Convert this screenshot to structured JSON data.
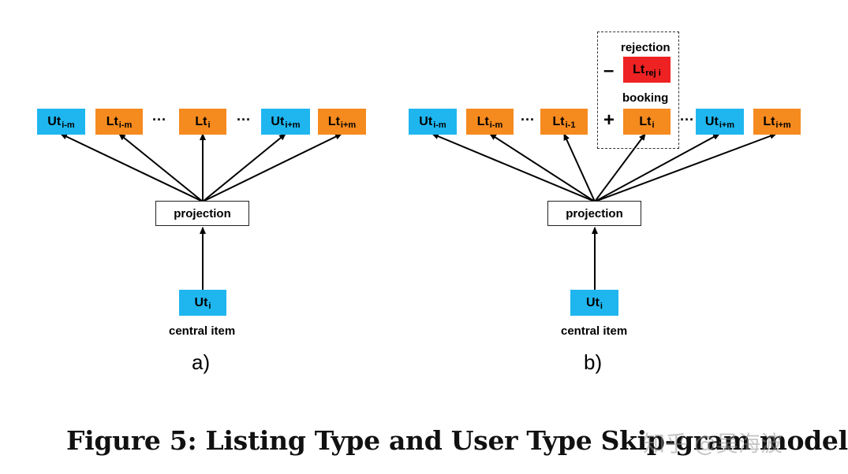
{
  "diagram_a": {
    "panel_label": "a)",
    "top_row": [
      {
        "base": "Ut",
        "sub": "i-m",
        "color": "blue"
      },
      {
        "base": "Lt",
        "sub": "i-m",
        "color": "orange"
      },
      {
        "base": "Lt",
        "sub": "i",
        "color": "orange"
      },
      {
        "base": "Ut",
        "sub": "i+m",
        "color": "blue"
      },
      {
        "base": "Lt",
        "sub": "i+m",
        "color": "orange"
      }
    ],
    "ellipsis": "···",
    "projection_label": "projection",
    "central": {
      "base": "Ut",
      "sub": "i",
      "color": "blue"
    },
    "central_label": "central item"
  },
  "diagram_b": {
    "panel_label": "b)",
    "top_row": [
      {
        "base": "Ut",
        "sub": "i-m",
        "color": "blue"
      },
      {
        "base": "Lt",
        "sub": "i-m",
        "color": "orange"
      },
      {
        "base": "Lt",
        "sub": "i-1",
        "color": "orange"
      },
      {
        "base": "Lt",
        "sub": "i",
        "color": "orange"
      },
      {
        "base": "Ut",
        "sub": "i+m",
        "color": "blue"
      },
      {
        "base": "Lt",
        "sub": "i+m",
        "color": "orange"
      }
    ],
    "ellipsis": "···",
    "rejection_label": "rejection",
    "rejection_box": {
      "base": "Lt",
      "sub": "rej i",
      "color": "red"
    },
    "booking_label": "booking",
    "minus_sign": "–",
    "plus_sign": "+",
    "projection_label": "projection",
    "central": {
      "base": "Ut",
      "sub": "i",
      "color": "blue"
    },
    "central_label": "central item"
  },
  "caption": "Figure 5: Listing Type and User Type Skip-gram model",
  "watermark": "知乎 @吴海波",
  "colors": {
    "blue": "#1fb6ef",
    "orange": "#f58a1f",
    "red": "#ee2222"
  }
}
